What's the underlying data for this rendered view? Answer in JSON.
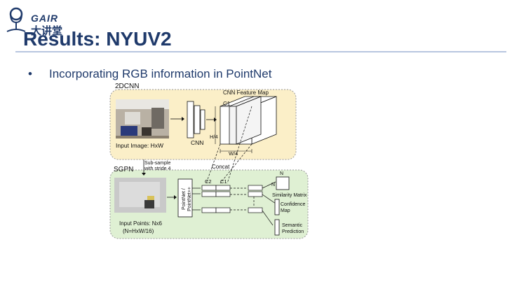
{
  "header": {
    "logo_word": "GAIR",
    "logo_cn": "大讲堂",
    "title": "Results: NYUV2"
  },
  "bullets": [
    {
      "marker": "•",
      "text": "Incorporating RGB information in PointNet"
    }
  ],
  "diagram": {
    "cnn_section_label": "2DCNN",
    "cnn_feature_map_label": "CNN Feature Map",
    "c1_label": "C1",
    "h4_label": "H/4",
    "w4_label": "W/4",
    "input_image_label": "Input Image: HxW",
    "cnn_label": "CNN",
    "subsample_line1": "Sub-sample",
    "subsample_line2": "with stride 4",
    "sgpn_label": "SGPN",
    "concat_label": "Concat",
    "c2_label": "C2",
    "c1b_label": "C1",
    "n_top_label": "N",
    "n_side_label": "N",
    "pointnet_line1": "PointNet /",
    "pointnet_line2": "PointNet++",
    "similarity_label": "Similarity Matrix",
    "confidence_line1": "Confidence",
    "confidence_line2": "Map",
    "semantic_line1": "Semantic",
    "semantic_line2": "Prediction",
    "input_points_line1": "Input Points: Nx6",
    "input_points_line2": "(N=HxW/16)",
    "colors": {
      "cnn_panel_fill": "#fbefc8",
      "sgpn_panel_fill": "#dff0d3",
      "title_color": "#1f3a6b"
    }
  }
}
